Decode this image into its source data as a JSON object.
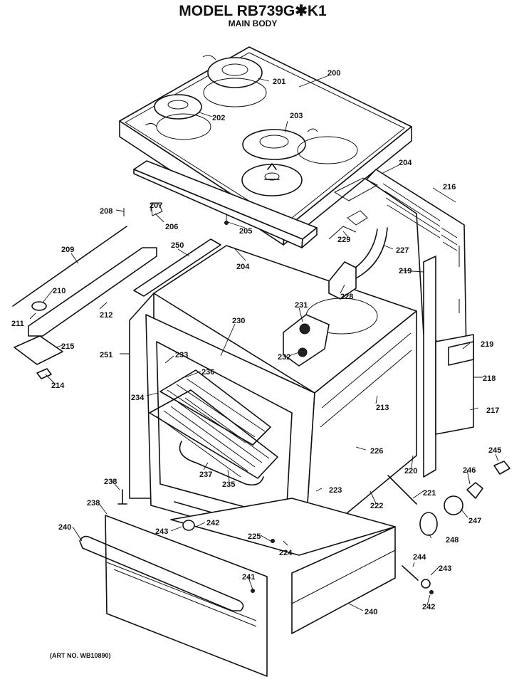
{
  "header": {
    "model_title": "MODEL RB739G✱K1",
    "subtitle": "MAIN BODY"
  },
  "footer": {
    "art_number": "(ART NO. WB10890)"
  },
  "callouts": [
    {
      "id": "c200",
      "text": "200"
    },
    {
      "id": "c201",
      "text": "201"
    },
    {
      "id": "c202",
      "text": "202"
    },
    {
      "id": "c203",
      "text": "203"
    },
    {
      "id": "c204a",
      "text": "204"
    },
    {
      "id": "c204b",
      "text": "204"
    },
    {
      "id": "c205",
      "text": "205"
    },
    {
      "id": "c206",
      "text": "206"
    },
    {
      "id": "c207",
      "text": "207"
    },
    {
      "id": "c208",
      "text": "208"
    },
    {
      "id": "c209",
      "text": "209"
    },
    {
      "id": "c210",
      "text": "210"
    },
    {
      "id": "c211",
      "text": "211"
    },
    {
      "id": "c212",
      "text": "212"
    },
    {
      "id": "c213",
      "text": "213"
    },
    {
      "id": "c214",
      "text": "214"
    },
    {
      "id": "c215",
      "text": "215"
    },
    {
      "id": "c216",
      "text": "216"
    },
    {
      "id": "c217",
      "text": "217"
    },
    {
      "id": "c218",
      "text": "218"
    },
    {
      "id": "c219a",
      "text": "219"
    },
    {
      "id": "c219b",
      "text": "219"
    },
    {
      "id": "c220",
      "text": "220"
    },
    {
      "id": "c221",
      "text": "221"
    },
    {
      "id": "c222",
      "text": "222"
    },
    {
      "id": "c223",
      "text": "223"
    },
    {
      "id": "c224",
      "text": "224"
    },
    {
      "id": "c225",
      "text": "225"
    },
    {
      "id": "c226",
      "text": "226"
    },
    {
      "id": "c227",
      "text": "227"
    },
    {
      "id": "c228",
      "text": "228"
    },
    {
      "id": "c229",
      "text": "229"
    },
    {
      "id": "c230",
      "text": "230"
    },
    {
      "id": "c231",
      "text": "231"
    },
    {
      "id": "c232",
      "text": "232"
    },
    {
      "id": "c233",
      "text": "233"
    },
    {
      "id": "c234",
      "text": "234"
    },
    {
      "id": "c235",
      "text": "235"
    },
    {
      "id": "c236",
      "text": "236"
    },
    {
      "id": "c237",
      "text": "237"
    },
    {
      "id": "c238a",
      "text": "238"
    },
    {
      "id": "c238b",
      "text": "238"
    },
    {
      "id": "c240a",
      "text": "240"
    },
    {
      "id": "c240b",
      "text": "240"
    },
    {
      "id": "c241",
      "text": "241"
    },
    {
      "id": "c242a",
      "text": "242"
    },
    {
      "id": "c242b",
      "text": "242"
    },
    {
      "id": "c243a",
      "text": "243"
    },
    {
      "id": "c243b",
      "text": "243"
    },
    {
      "id": "c244",
      "text": "244"
    },
    {
      "id": "c245",
      "text": "245"
    },
    {
      "id": "c246",
      "text": "246"
    },
    {
      "id": "c247",
      "text": "247"
    },
    {
      "id": "c248",
      "text": "248"
    },
    {
      "id": "c250",
      "text": "250"
    },
    {
      "id": "c251",
      "text": "251"
    }
  ]
}
